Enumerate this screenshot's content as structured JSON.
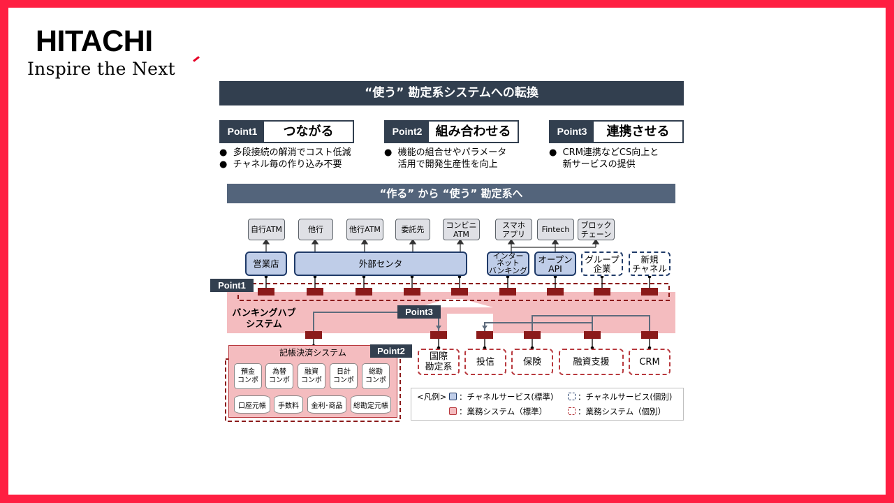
{
  "logo": {
    "brand": "HITACHI",
    "tagline": "Inspire the Next"
  },
  "title": "“使う” 勘定系システムへの転換",
  "points": [
    {
      "tag": "Point1",
      "title": "つながる",
      "bullets": [
        "多段接続の解消でコスト低減",
        "チャネル毎の作り込み不要"
      ]
    },
    {
      "tag": "Point2",
      "title": "組み合わせる",
      "bullets": [
        "機能の組合せやパラメータ",
        "活用で開発生産性を向上"
      ]
    },
    {
      "tag": "Point3",
      "title": "連携させる",
      "bullets": [
        "CRM連携などCS向上と",
        "新サービスの提供"
      ]
    }
  ],
  "subtitle": "“作る” から “使う” 勘定系へ",
  "diagram": {
    "top_nodes": [
      "自行ATM",
      "他行",
      "他行ATM",
      "委託先",
      "コンビニ\nATM",
      "スマホ\nアプリ",
      "Fintech",
      "ブロック\nチェーン"
    ],
    "channels": [
      "営業店",
      "外部センタ",
      "インター\nネット\nバンキング",
      "オープン\nAPI"
    ],
    "channels_individual": [
      "グループ\n企業",
      "新規\nチャネル"
    ],
    "hub_label": "バンキングハブ\nシステム",
    "point_tags": [
      "Point1",
      "Point2",
      "Point3"
    ],
    "ledger_system": "記帳決済システム",
    "components": [
      "預金\nコンポ",
      "為替\nコンポ",
      "融資\nコンポ",
      "日計\nコンポ",
      "総勘\nコンポ"
    ],
    "ledgers": [
      "口座元帳",
      "手数料",
      "金利･商品",
      "総勘定元帳"
    ],
    "business_systems": [
      "国際\n勘定系",
      "投信",
      "保険",
      "融資支援",
      "CRM"
    ]
  },
  "legend": {
    "title": "<凡例>",
    "items": [
      "：チャネルサービス(標準)",
      "：チャネルサービス(個別)",
      "：業務システム（標準）",
      "：業務システム（個別）"
    ]
  },
  "colors": {
    "frame": "#ff1f42",
    "navy": "#323f4f",
    "channel_fill": "#bfcde8",
    "hub_fill": "#f4bcbf",
    "connector": "#8b1a1a"
  }
}
